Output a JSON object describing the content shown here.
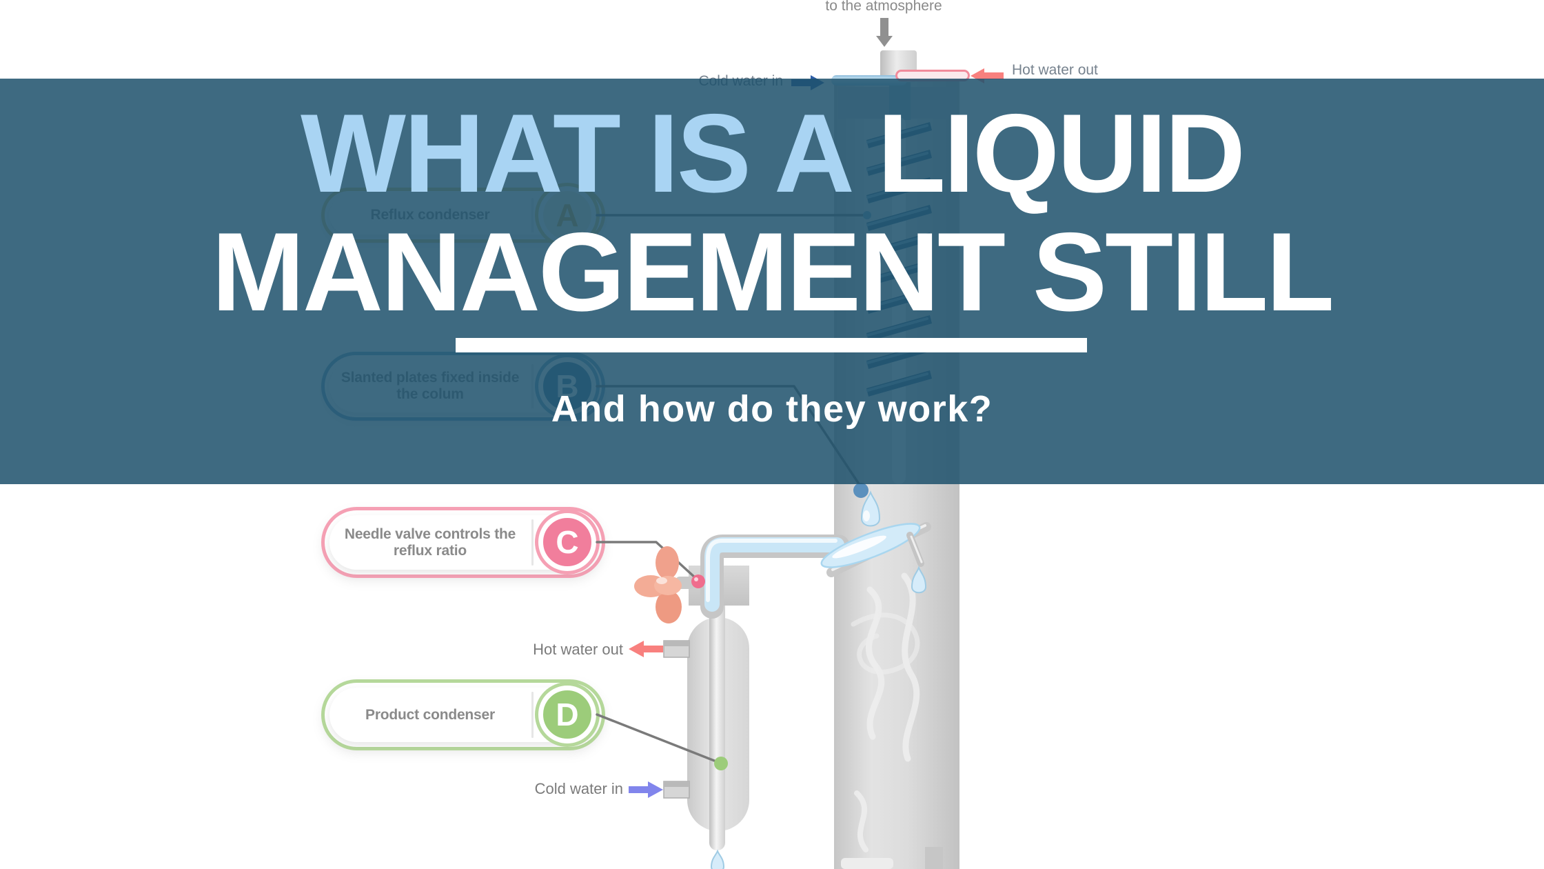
{
  "banner": {
    "title_line1_highlight": "WHAT IS A",
    "title_line1_rest": " LIQUID",
    "title_line2": "MANAGEMENT STILL",
    "subtitle": "And how do they work?",
    "background_color": "#1E526C",
    "highlight_color": "#A9D4F3",
    "title_color": "#FFFFFF"
  },
  "labels": {
    "vent": "to the atmosphere",
    "cold_water_in_top": "Cold water in",
    "hot_water_out_top": "Hot water out",
    "hot_water_out_mid": "Hot water out",
    "cold_water_in_bottom": "Cold water in"
  },
  "callouts": [
    {
      "letter": "A",
      "line1": "Reflux condenser",
      "line2": "",
      "border_color": "#E3C97B",
      "badge_fill": "#F6EFD3",
      "badge_text_color": "#D8AC4A"
    },
    {
      "letter": "B",
      "line1": "Slanted plates fixed inside",
      "line2": "the colum",
      "border_color": "#7BA7C7",
      "badge_fill": "#4E7FA6",
      "badge_text_color": "#FFFFFF"
    },
    {
      "letter": "C",
      "line1": "Needle valve controls the",
      "line2": "reflux ratio",
      "border_color": "#F5A0B4",
      "badge_fill": "#F17E9C",
      "badge_text_color": "#FFFFFF"
    },
    {
      "letter": "D",
      "line1": "Product condenser",
      "line2": "",
      "border_color": "#B5D89A",
      "badge_fill": "#9CCC7A",
      "badge_text_color": "#FFFFFF"
    }
  ],
  "accent_colors": {
    "cold_arrow_top": "#2F5FA8",
    "hot_arrow": "#F8807E",
    "cold_arrow_bottom": "#8185EC",
    "vent_arrow": "#909090",
    "leader_line": "#7A7A7A",
    "point_b_dot": "#5B90BD",
    "point_c_dot": "#EF6D8D",
    "point_d_dot": "#9CCC7A",
    "liquid": "#C9E6F7",
    "valve_handle": "#F0A18C"
  }
}
